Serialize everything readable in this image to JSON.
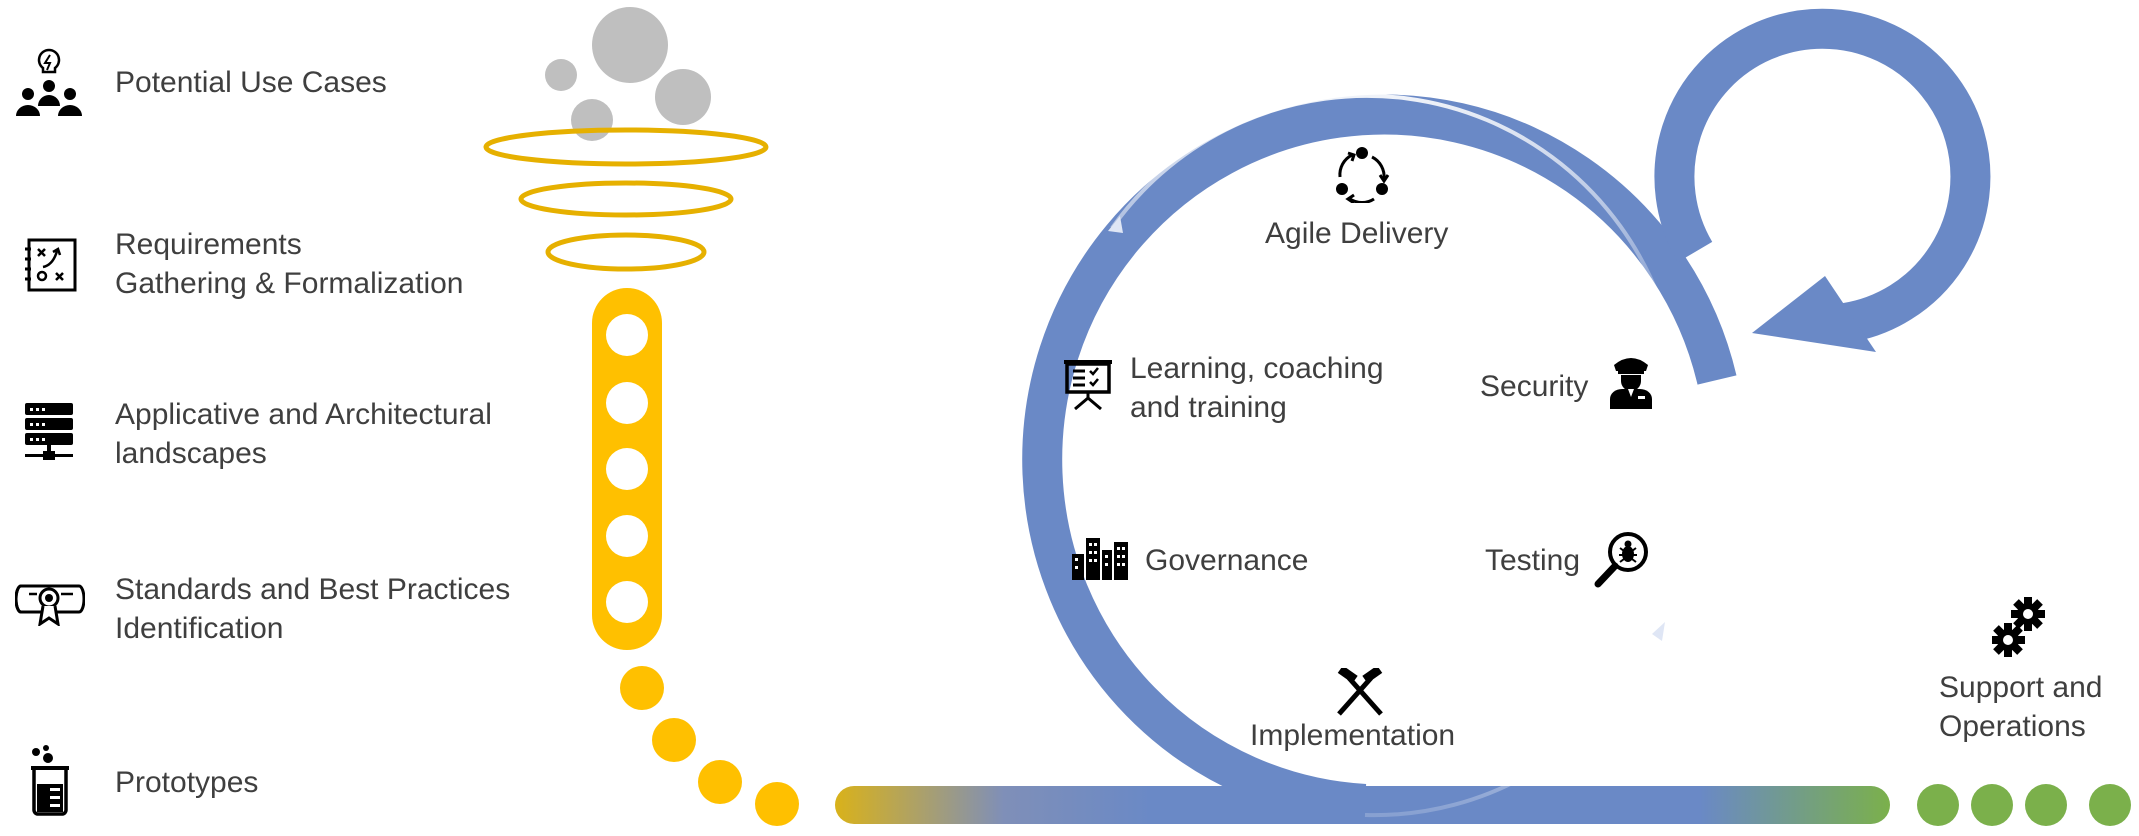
{
  "steps": [
    {
      "icon": "team-idea-icon",
      "lines": [
        "Potential Use Cases"
      ]
    },
    {
      "icon": "strategy-board-icon",
      "lines": [
        "Requirements",
        "Gathering & Formalization"
      ]
    },
    {
      "icon": "server-icon",
      "lines": [
        "Applicative and Architectural",
        "landscapes"
      ]
    },
    {
      "icon": "certificate-icon",
      "lines": [
        "Standards and Best Practices",
        "Identification"
      ]
    },
    {
      "icon": "beaker-icon",
      "lines": [
        "Prototypes"
      ]
    }
  ],
  "cycle": {
    "agile": {
      "icon": "cycle-arrows-icon",
      "label": "Agile Delivery"
    },
    "learning": {
      "icon": "presentation-board-icon",
      "lines": [
        "Learning, coaching",
        "and training"
      ]
    },
    "security": {
      "icon": "security-guard-icon",
      "label": "Security"
    },
    "governance": {
      "icon": "buildings-icon",
      "label": "Governance"
    },
    "testing": {
      "icon": "bug-search-icon",
      "label": "Testing"
    },
    "implementation": {
      "icon": "hammer-tools-icon",
      "label": "Implementation"
    }
  },
  "support": {
    "icon": "gears-icon",
    "lines": [
      "Support and",
      "Operations"
    ]
  },
  "colors": {
    "funnel_yellow": "#ffc000",
    "ring_gold": "#e6b000",
    "bubble_gray": "#bfbfbf",
    "loop_blue": "#6a89c6",
    "ops_green": "#7bb04b"
  }
}
